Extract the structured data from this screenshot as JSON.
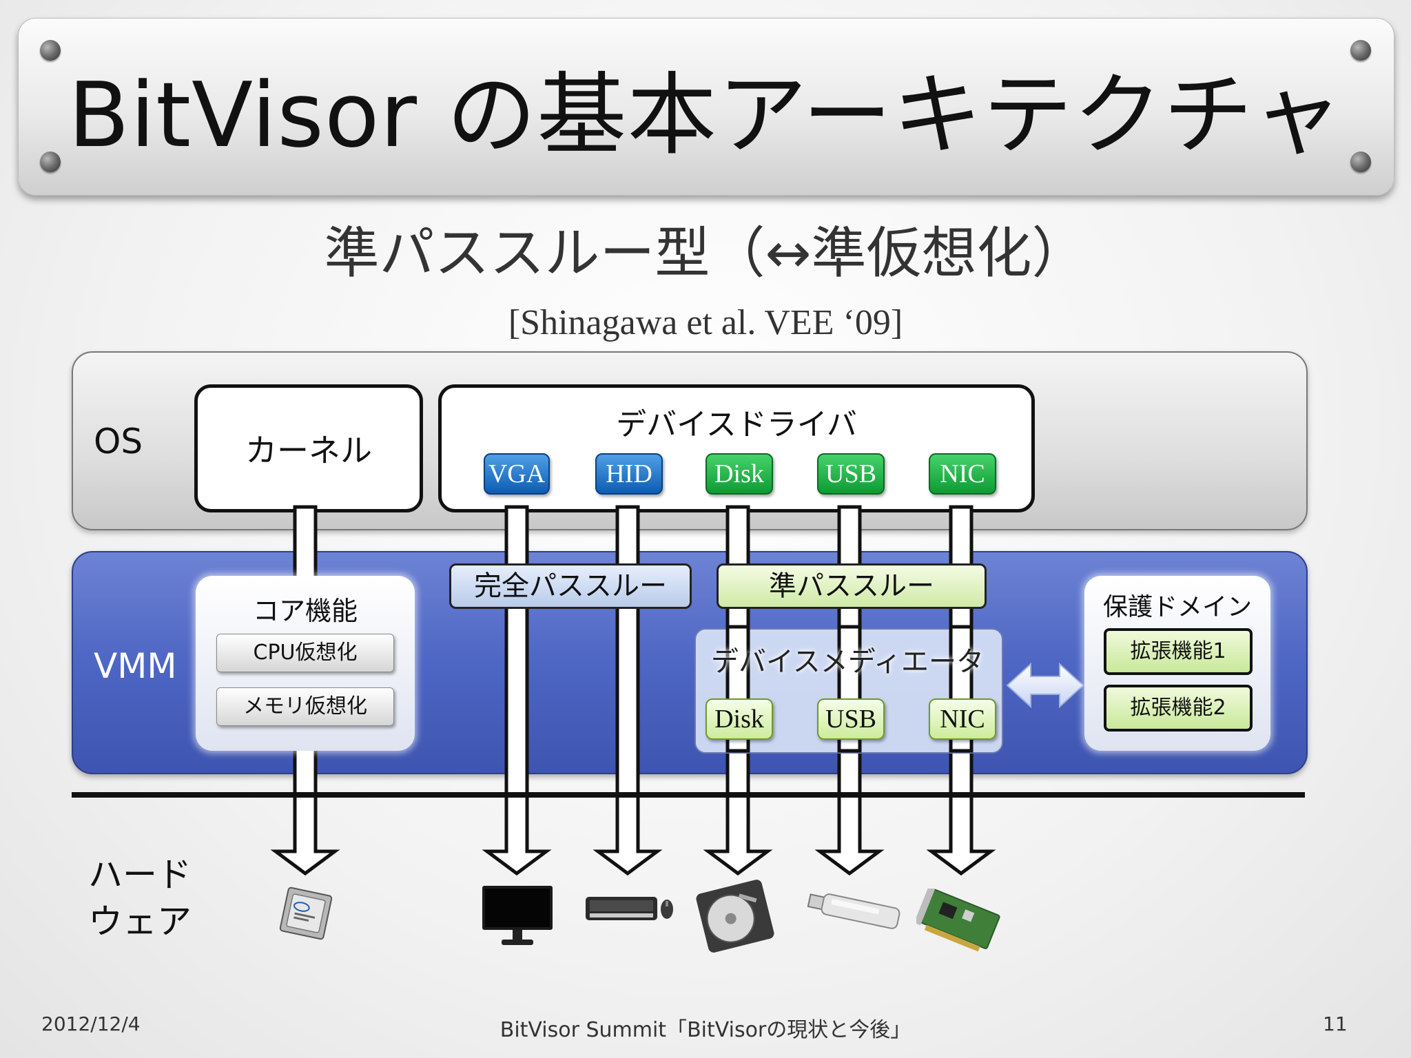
{
  "title": "BitVisor の基本アーキテクチャ",
  "subtitle": "準パススルー型（↔準仮想化）",
  "citation": "[Shinagawa et al. VEE ‘09]",
  "os": {
    "label": "OS",
    "kernel": "カーネル",
    "device_driver": "デバイスドライバ",
    "chips": [
      "VGA",
      "HID",
      "Disk",
      "USB",
      "NIC"
    ]
  },
  "vmm": {
    "label": "VMM",
    "core": {
      "title": "コア機能",
      "items": [
        "CPU仮想化",
        "メモリ仮想化"
      ]
    },
    "full_passthrough": "完全パススルー",
    "semi_passthrough": "準パススルー",
    "mediator": {
      "title": "デバイスメディエータ",
      "chips": [
        "Disk",
        "USB",
        "NIC"
      ]
    },
    "protection_domain": {
      "title": "保護ドメイン",
      "items": [
        "拡張機能1",
        "拡張機能2"
      ]
    }
  },
  "hardware": {
    "label_line1": "ハード",
    "label_line2": "ウェア",
    "icons": [
      "cpu-icon",
      "monitor-icon",
      "keyboard-mouse-icon",
      "hard-disk-icon",
      "usb-drive-icon",
      "nic-card-icon"
    ]
  },
  "colors": {
    "chip_blue": "#0d5cb3",
    "chip_green": "#0f9a34",
    "vmm_blue": "#4e66c4",
    "semi_pass_green": "#cfeaa6",
    "full_pass_blue": "#b9cbea"
  },
  "footer": {
    "date": "2012/12/4",
    "title": "BitVisor Summit「BitVisorの現状と今後」",
    "page": "11"
  }
}
